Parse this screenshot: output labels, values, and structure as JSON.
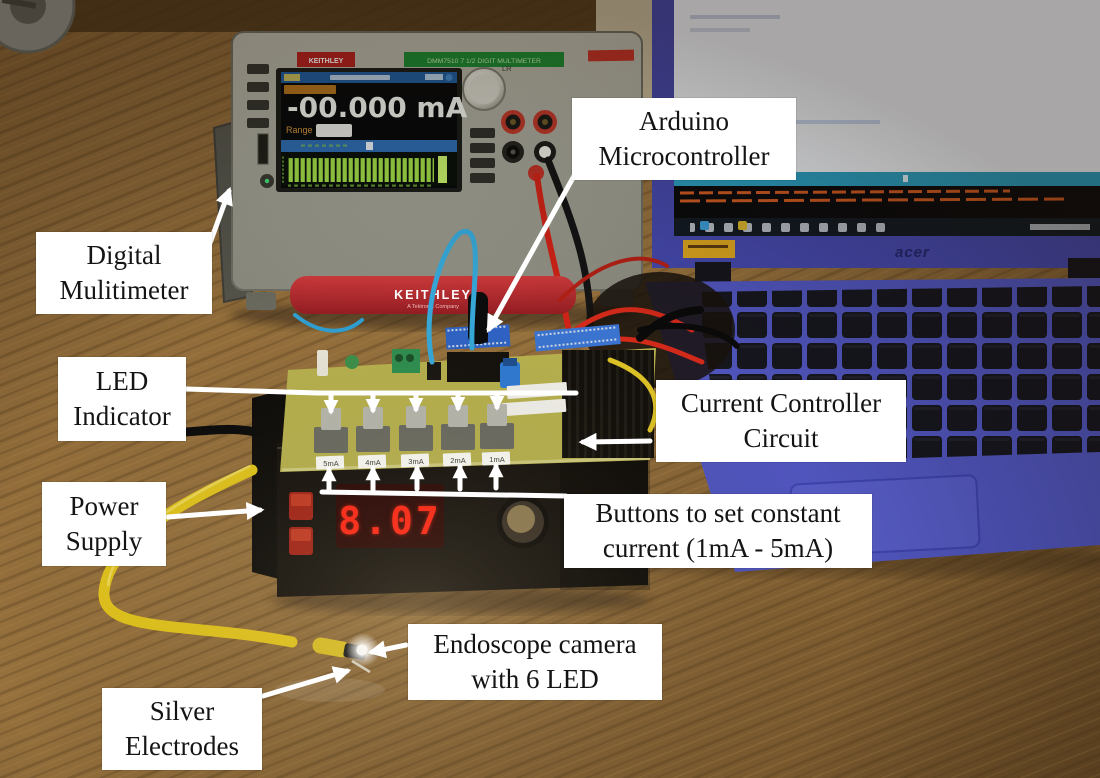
{
  "annotations": {
    "digital_multimeter": "Digital\nMulitimeter",
    "arduino": "Arduino\nMicrocontroller",
    "led_indicator": "LED\nIndicator",
    "current_controller": "Current Controller\nCircuit",
    "power_supply": "Power\nSupply",
    "buttons": "Buttons to set constant\ncurrent (1mA - 5mA)",
    "endoscope": "Endoscope camera\nwith 6 LED",
    "silver_electrodes": "Silver\nElectrodes"
  },
  "equipment": {
    "multimeter": {
      "brand": "KEITHLEY",
      "banner": "DMM7510 7 1/2 DIGIT MULTIMETER",
      "reading": "-00.000 mA",
      "range_label": "Range",
      "handle_brand": "KEITHLEY",
      "handle_sub": "A Tektronix Company",
      "panel_marking": "LR"
    },
    "laptop": {
      "brand": "acer"
    },
    "power_supply": {
      "display": "8.07"
    },
    "controller_buttons": [
      "5mA",
      "4mA",
      "3mA",
      "2mA",
      "1mA"
    ]
  },
  "colors": {
    "annotation_bg": "#ffffff",
    "annotation_text": "#141414",
    "arrow": "#ffffff",
    "keithley_red": "#b8272c",
    "multimeter_panel": "#b2b2a4",
    "display_green": "#9fdc46",
    "pcb_olive": "#b7b14e",
    "seven_segment_red": "#ff2512",
    "laptop_blue": "#5055bd",
    "endoscope_yellow": "#e2c41c",
    "wood_brown": "#8a6536"
  }
}
